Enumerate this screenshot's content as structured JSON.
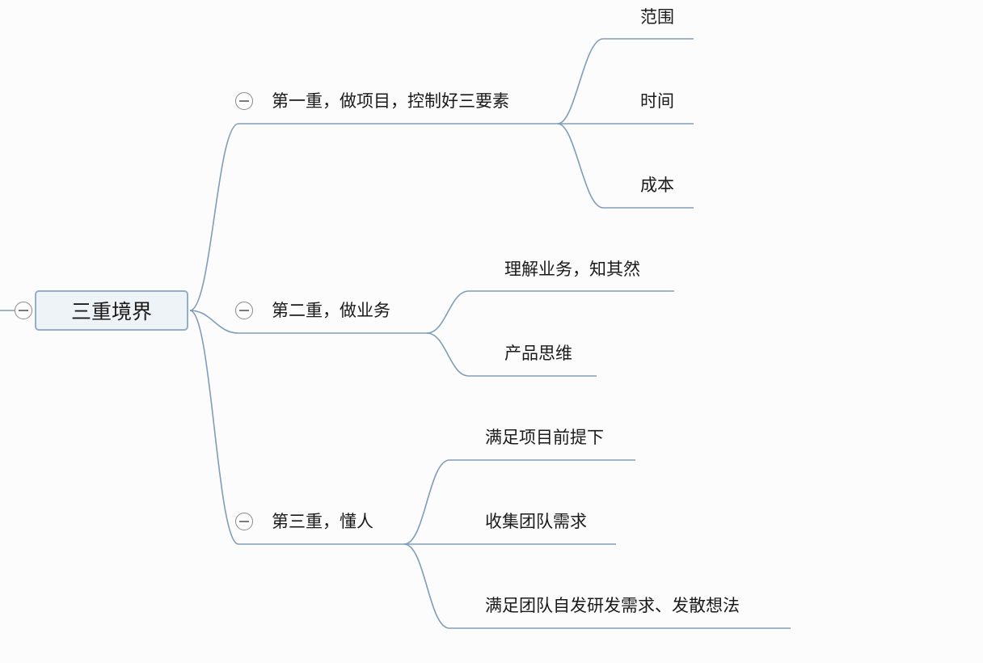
{
  "mindmap": {
    "root": "三重境界",
    "branches": [
      {
        "label": "第一重，做项目，控制好三要素",
        "children": [
          "范围",
          "时间",
          "成本"
        ]
      },
      {
        "label": "第二重，做业务",
        "children": [
          "理解业务，知其然",
          "产品思维"
        ]
      },
      {
        "label": "第三重，懂人",
        "children": [
          "满足项目前提下",
          "收集团队需求",
          "满足团队自发研发需求、发散想法"
        ]
      }
    ]
  },
  "colors": {
    "connector": "#7f9db9",
    "root_border": "#8faed0",
    "root_fill": "#eef3f8",
    "background": "#fcfcfc"
  },
  "icons": {
    "collapse": "minus-circle-icon"
  }
}
